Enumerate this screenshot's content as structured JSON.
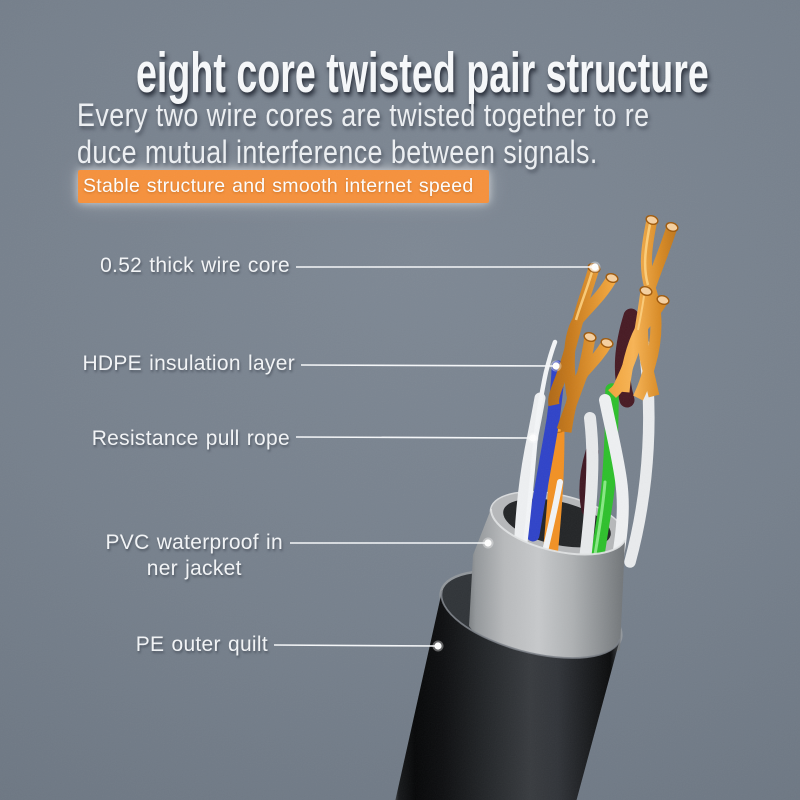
{
  "header": {
    "title": "eight core twisted pair structure",
    "subtitle_line1": "Every two wire cores are twisted together to re",
    "subtitle_line2": "duce mutual interference between signals.",
    "badge_label": "Stable structure and smooth internet speed"
  },
  "callouts": [
    {
      "label": "0.52 thick wire core"
    },
    {
      "label": "HDPE insulation layer"
    },
    {
      "label": "Resistance pull rope"
    },
    {
      "label_line1": "PVC waterproof in",
      "label_line2": "ner jacket"
    },
    {
      "label": "PE outer quilt"
    }
  ],
  "colors": {
    "background": "#76808b",
    "badge_orange": "#f6913c",
    "text_white": "#f4f6f8",
    "copper": "#e0912a",
    "copper_dark_pair": "#471a23",
    "wire_blue": "#2f43c9",
    "wire_green": "#2ec02c",
    "wire_orange": "#f29124",
    "wire_white": "#eef0f2",
    "inner_jacket_gray": "#b5b7b9",
    "outer_jacket_black": "#17191b"
  }
}
